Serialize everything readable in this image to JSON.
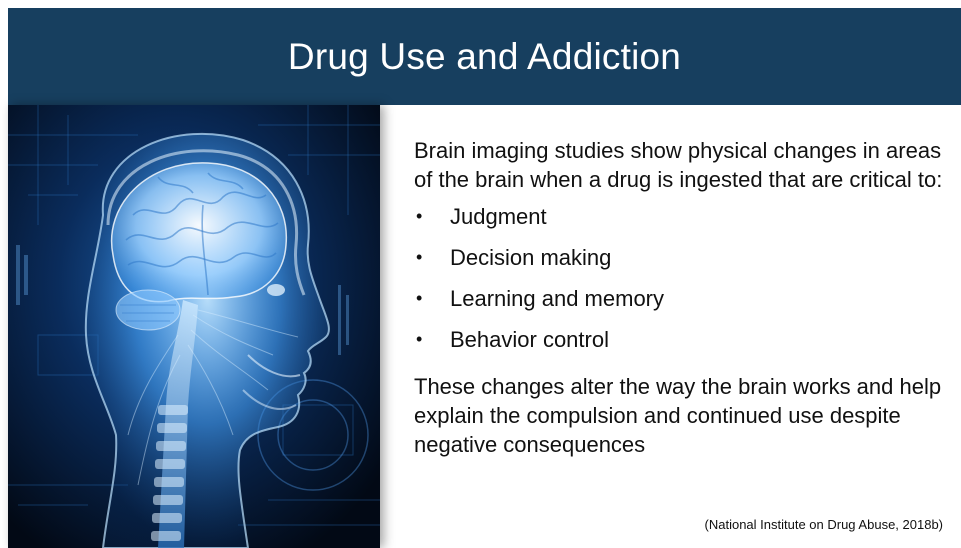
{
  "slide": {
    "title": "Drug Use and Addiction",
    "intro": "Brain imaging studies show physical changes in areas of the brain when a drug is ingested that are critical to:",
    "bullet_symbol": "•",
    "bullets": [
      "Judgment",
      "Decision making",
      "Learning and memory",
      "Behavior control"
    ],
    "conclusion": "These changes alter the way the brain works and help explain the compulsion and continued use despite negative consequences",
    "citation": "(National Institute on Drug Abuse, 2018b)"
  },
  "colors": {
    "title_bar": "#173f5f",
    "title_text": "#ffffff",
    "body_text": "#111111",
    "image_background": "#020b1a",
    "image_glow": "#4aa8ff"
  },
  "image": {
    "subject": "x-ray-head-with-brain-illustration"
  }
}
